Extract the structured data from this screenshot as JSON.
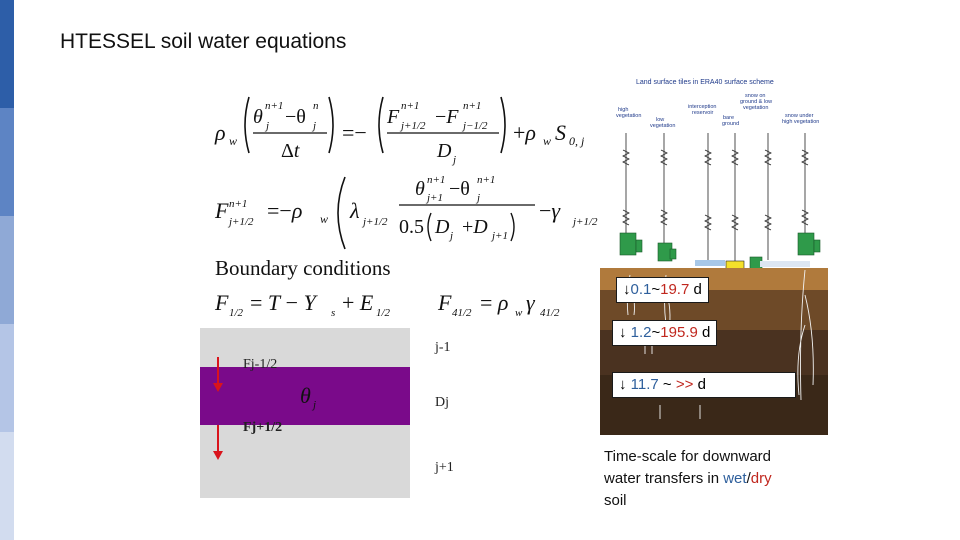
{
  "title": "HTESSEL soil water equations",
  "boundary_title": "Boundary conditions",
  "diagram": {
    "layer_above": "j-1",
    "layer_current": "Dj",
    "layer_below": "j+1",
    "flux_top": "Fj-1/2",
    "flux_bottom": "Fj+1/2",
    "theta_label": "θj"
  },
  "figure": {
    "title": "Land surface tiles in ERA40 surface scheme",
    "tiles": [
      "high vegetation",
      "low vegetation",
      "interception reservoir",
      "bare ground",
      "snow on ground & low vegetation",
      "snow under high vegetation"
    ]
  },
  "timescales": [
    {
      "prefix": "↓",
      "wet": "0.1",
      "sep": "~",
      "dry": "19.7",
      "unit": "d"
    },
    {
      "prefix": "↓ ",
      "wet": "1.2",
      "sep": "~",
      "dry": "195.9",
      "unit": "d"
    },
    {
      "prefix": "↓ ",
      "wet": "11.7",
      "sep": " ~ ",
      "dry": ">>",
      "unit": "d"
    }
  ],
  "caption": {
    "line1": "Time-scale for downward",
    "line2_pre": "water transfers in ",
    "wet": "wet",
    "slash": "/",
    "dry": "dry",
    "line3": "soil"
  },
  "colors": {
    "wet": "#2e5f9c",
    "dry": "#c0271e",
    "layer": "#7a0a8a",
    "flux_arrow": "#d9141c",
    "sidebar": "#2d5ea8"
  }
}
